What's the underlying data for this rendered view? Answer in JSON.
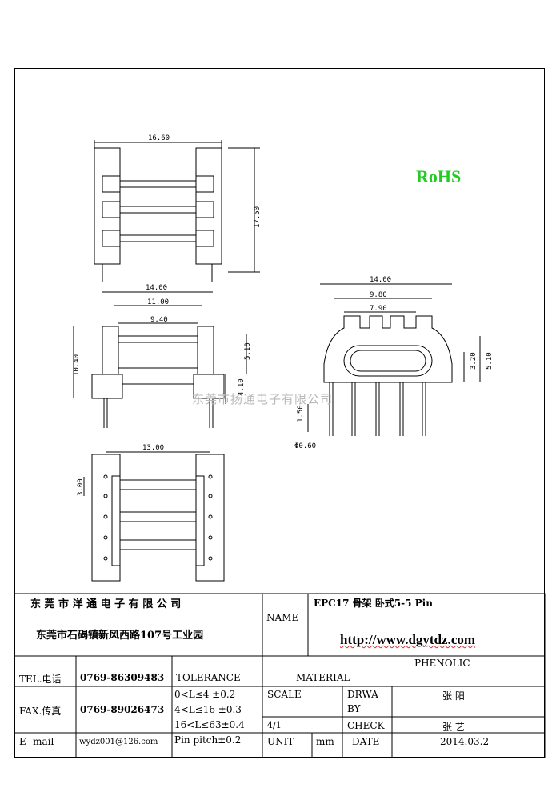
{
  "badge": {
    "rohs": "RoHS",
    "color": "#22cc22"
  },
  "watermark": "东莞市扬通电子有限公司",
  "dimensions": {
    "top_width": "16.60",
    "top_height": "17.50",
    "front_outer": "14.00",
    "front_inner": "11.00",
    "front_gap": "9.40",
    "front_height": "10.40",
    "front_side": "5.10",
    "front_pin": "4.10",
    "side_outer": "14.00",
    "side_mid": "9.80",
    "side_inner": "7.90",
    "side_h1": "3.20",
    "side_h2": "5.10",
    "side_pin_len": "1.50",
    "pin_dia": "Φ0.60",
    "bottom_width": "13.00",
    "bottom_pitch": "3.00"
  },
  "title_block": {
    "company": "东 莞 市 洋 通 电 子 有 限 公 司",
    "address": "东莞市石碣镇新风西路107号工业园",
    "name_label": "NAME",
    "name_value": "EPC17 骨架  卧式5-5 Pin",
    "website": "http://www.dgytdz.com",
    "tel_label": "TEL.电话",
    "tel_value": "0769-86309483",
    "fax_label": "FAX.传真",
    "fax_value": "0769-89026473",
    "email_label": "E--mail",
    "email_value": "wydz001@126.com",
    "tolerance_label": "TOLERANCE",
    "tol1": "0<L≤4   ±0.2",
    "tol2": "4<L≤16  ±0.3",
    "tol3": "16<L≤63±0.4",
    "tol4": "Pin pitch±0.2",
    "material_label": "MATERIAL",
    "material_value": "PHENOLIC",
    "scale_label": "SCALE",
    "scale_value": "4/1",
    "drwa_label": "DRWA",
    "by_label": "BY",
    "drawn_by": "张 阳",
    "check_label": "CHECK",
    "checked_by": "张 艺",
    "unit_label": "UNIT",
    "unit_value": "mm",
    "date_label": "DATE",
    "date_value": "2014.03.2"
  }
}
